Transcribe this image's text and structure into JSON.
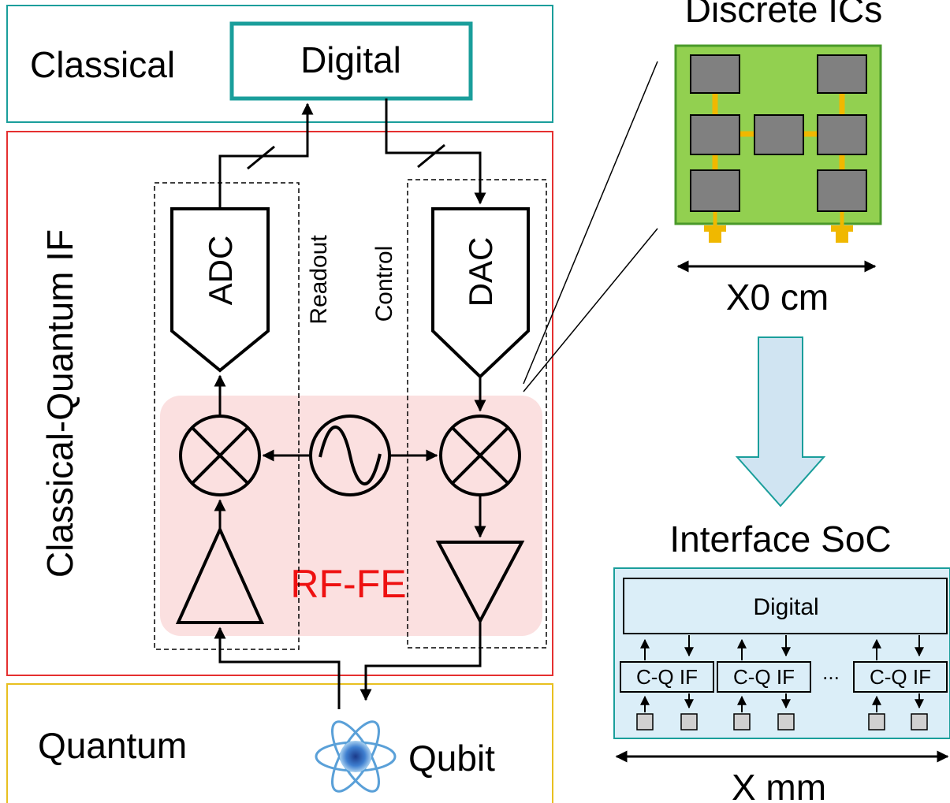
{
  "regions": {
    "classical": "Classical",
    "interface": "Classical-Quantum IF",
    "quantum": "Quantum"
  },
  "blocks": {
    "digital": "Digital",
    "adc": "ADC",
    "dac": "DAC",
    "readout": "Readout",
    "control": "Control",
    "rf_fe": "RF-FE",
    "qubit": "Qubit"
  },
  "discrete": {
    "title": "Discrete ICs",
    "size": "X0 cm"
  },
  "soc": {
    "title": "Interface SoC",
    "digital": "Digital",
    "cq_label": "C-Q IF",
    "ellipsis": "...",
    "size": "X mm"
  },
  "colors": {
    "classical_border": "#1a9e9b",
    "interface_border": "#e53030",
    "quantum_border": "#e8c020",
    "rf_fe_fill": "#fbe0e0",
    "rf_fe_text": "#ee1111",
    "pcb_fill": "#92d050",
    "chip_fill": "#808080",
    "trace": "#f0b800",
    "soc_fill": "#dbeef8",
    "arrow_fill": "#d0e4f2"
  }
}
